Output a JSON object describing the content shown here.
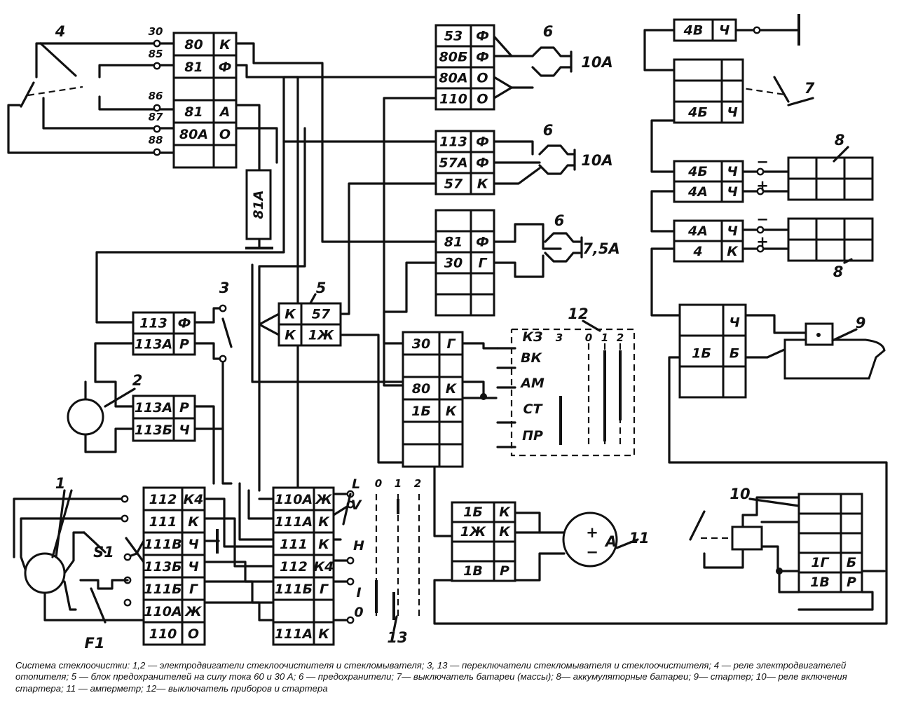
{
  "caption": "Система стеклоочистки: 1,2 — электродвигатели стеклоочистителя и стекломывателя; 3, 13 — переключатели стекломывателя и стеклоочистителя; 4 — реле электродвигателей отопителя; 5 — блок предохранителей на силу тока 60 и 30 А; 6 — предохранители; 7— выключатель батареи (массы); 8— аккумуляторные батареи; 9— стартер; 10— реле включения стартера; 11 — амперметр; 12— выключатель приборов и стартера",
  "components": {
    "c1": "1",
    "c2": "2",
    "c3": "3",
    "c4": "4",
    "c5": "5",
    "c6a": "6",
    "c6b": "6",
    "c6c": "6",
    "c7": "7",
    "c8a": "8",
    "c8b": "8",
    "c9": "9",
    "c10": "10",
    "c11": "11",
    "c12": "12",
    "c13": "13"
  },
  "fuses": {
    "f1": "10А",
    "f2": "10А",
    "f3": "7,5А"
  },
  "relay_pins": [
    "30",
    "85",
    "86",
    "87",
    "88"
  ],
  "blocks": {
    "relay4": {
      "rows": [
        [
          "80",
          "К"
        ],
        [
          "81",
          "Ф"
        ],
        [
          "",
          ""
        ],
        [
          "81",
          "А"
        ],
        [
          "80А",
          "О"
        ],
        [
          "",
          ""
        ]
      ]
    },
    "fuse1": {
      "rows": [
        [
          "53",
          "Ф"
        ],
        [
          "80Б",
          "Ф"
        ],
        [
          "80А",
          "О"
        ],
        [
          "110",
          "О"
        ]
      ]
    },
    "fuse2": {
      "rows": [
        [
          "113",
          "Ф"
        ],
        [
          "57А",
          "Ф"
        ],
        [
          "57",
          "К"
        ]
      ]
    },
    "fuse3": {
      "rows": [
        [
          "",
          ""
        ],
        [
          "81",
          "Ф"
        ],
        [
          "30",
          "Г"
        ],
        [
          "",
          ""
        ],
        [
          "",
          ""
        ]
      ]
    },
    "conn5": {
      "rows": [
        [
          "К",
          "57"
        ],
        [
          "К",
          "1Ж"
        ]
      ]
    },
    "sw3": {
      "rows": [
        [
          "113",
          "Ф"
        ],
        [
          "113А",
          "Р"
        ]
      ]
    },
    "motor2": {
      "rows": [
        [
          "113А",
          "Р"
        ],
        [
          "113Б",
          "Ч"
        ]
      ]
    },
    "sw12": {
      "rows": [
        [
          "30",
          "Г"
        ],
        [
          "",
          ""
        ],
        [
          "80",
          "К"
        ],
        [
          "1Б",
          "К"
        ],
        [
          "",
          ""
        ],
        [
          "",
          ""
        ]
      ]
    },
    "amm11": {
      "rows": [
        [
          "1Б",
          "К"
        ],
        [
          "1Ж",
          "К"
        ],
        [
          "",
          ""
        ],
        [
          "1В",
          "Р"
        ]
      ]
    },
    "motor1": {
      "rows": [
        [
          "112",
          "К4"
        ],
        [
          "111",
          "К"
        ],
        [
          "111В",
          "Ч"
        ],
        [
          "113Б",
          "Ч"
        ],
        [
          "111Б",
          "Г"
        ],
        [
          "110А",
          "Ж"
        ],
        [
          "110",
          "О"
        ]
      ]
    },
    "sw13": {
      "rows": [
        [
          "110А",
          "Ж"
        ],
        [
          "111А",
          "К"
        ],
        [
          "111",
          "К"
        ],
        [
          "112",
          "К4"
        ],
        [
          "111Б",
          "Г"
        ],
        [
          "",
          ""
        ],
        [
          "111А",
          "К"
        ]
      ]
    },
    "bat7top": {
      "rows": [
        [
          "4В",
          "Ч"
        ]
      ]
    },
    "bat7": {
      "rows": [
        [
          "",
          ""
        ],
        [
          "",
          ""
        ],
        [
          "4Б",
          "Ч"
        ]
      ]
    },
    "bat8a": {
      "rows": [
        [
          "4Б",
          "Ч"
        ],
        [
          "4А",
          "Ч"
        ]
      ]
    },
    "bat8b": {
      "rows": [
        [
          "4А",
          "Ч"
        ],
        [
          "4",
          "К"
        ]
      ]
    },
    "starter9": {
      "rows": [
        [
          "",
          "Ч"
        ],
        [
          "1Б",
          "Б"
        ],
        [
          "",
          ""
        ]
      ]
    },
    "relay10": {
      "rows": [
        [
          "",
          ""
        ],
        [
          "",
          ""
        ],
        [
          "",
          ""
        ],
        [
          "1Г",
          "Б"
        ],
        [
          "1В",
          "Р"
        ]
      ]
    }
  },
  "switch12": {
    "terminals": [
      "КЗ",
      "ВК",
      "АМ",
      "СТ",
      "ПР"
    ],
    "positions": [
      "3",
      "0",
      "1",
      "2"
    ]
  },
  "switch13": {
    "terminals": [
      "L",
      "V",
      "Н",
      "I",
      "0"
    ],
    "positions": [
      "0",
      "1",
      "2"
    ]
  },
  "labels": {
    "fuse_rating": "81А",
    "s1": "S1",
    "f1": "F1",
    "plus": "+",
    "minus": "−",
    "ammeter_plus": "+",
    "ammeter_minus": "−",
    "ammeter_unit": "А"
  }
}
